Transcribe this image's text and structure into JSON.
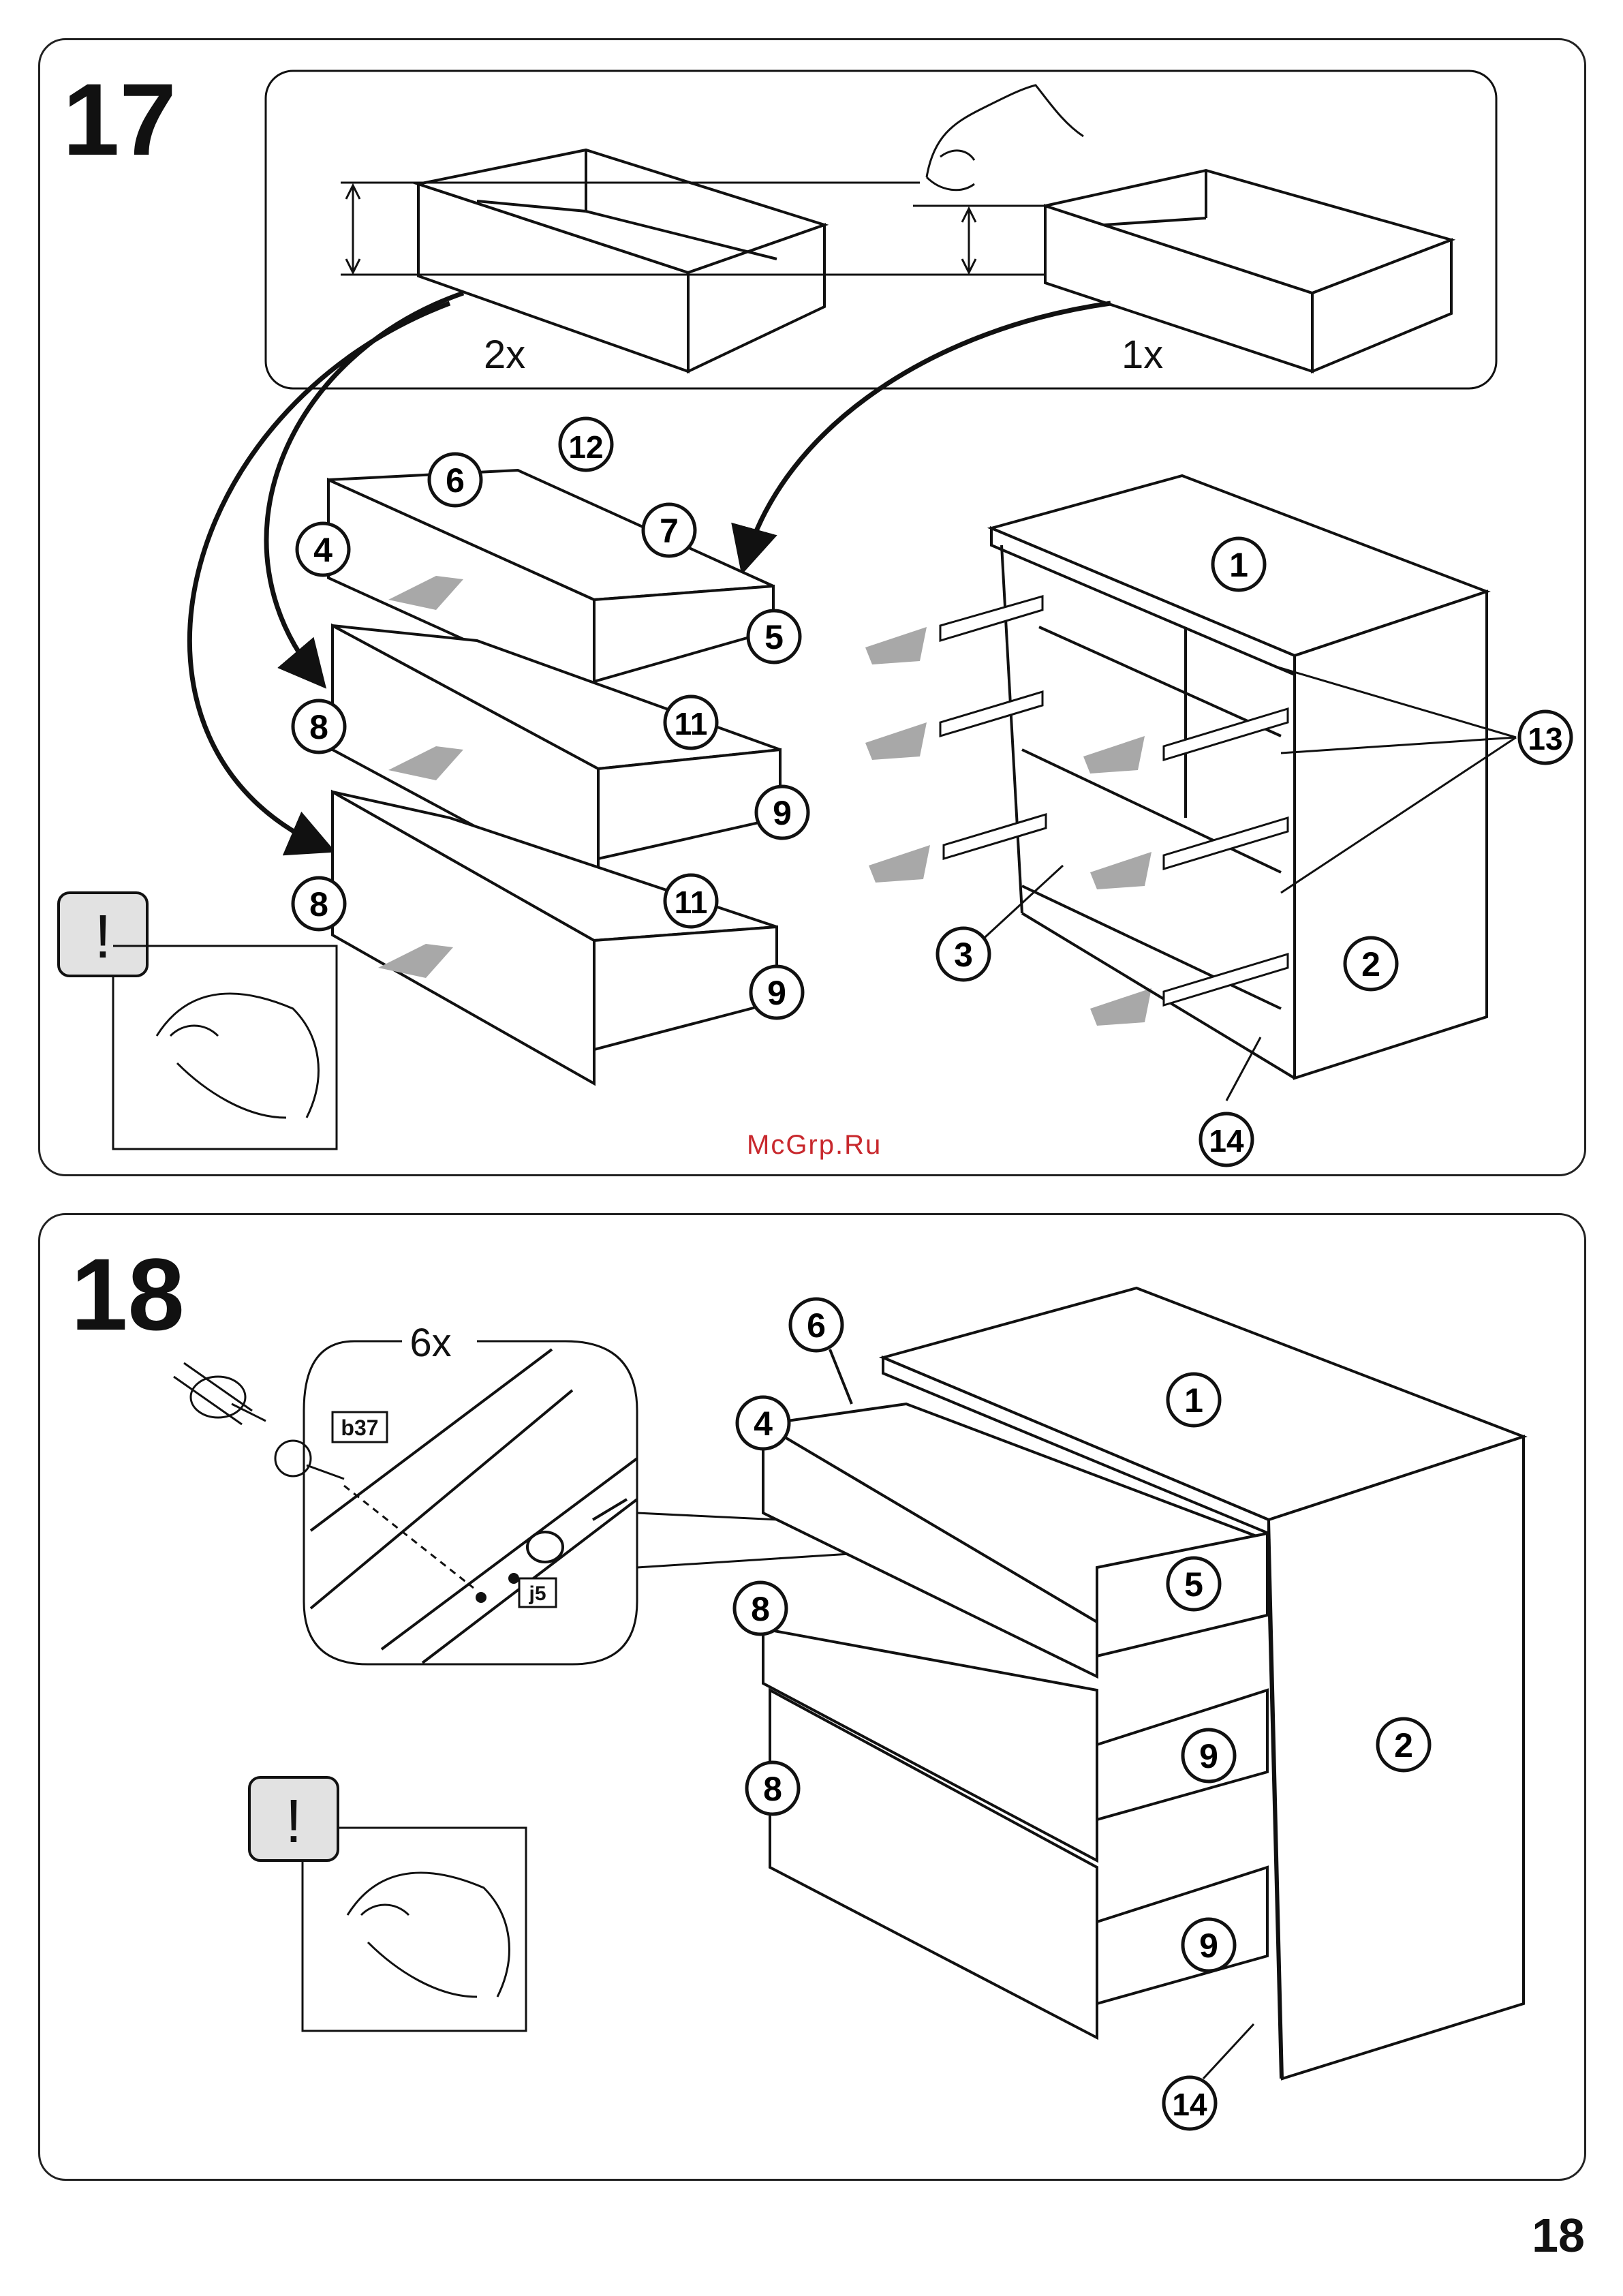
{
  "steps": {
    "step17": {
      "number": "17",
      "qty_left": "2x",
      "qty_right": "1x",
      "labels": [
        "12",
        "6",
        "7",
        "4",
        "5",
        "8",
        "11",
        "9",
        "8",
        "11",
        "9",
        "1",
        "13",
        "3",
        "2",
        "14"
      ],
      "warning_icon": "exclamation-warning-icon"
    },
    "step18": {
      "number": "18",
      "qty": "6x",
      "part_screw": "b37",
      "part_hole": "j5",
      "labels": [
        "6",
        "1",
        "4",
        "5",
        "8",
        "9",
        "2",
        "8",
        "9",
        "14"
      ],
      "warning_icon": "exclamation-warning-icon"
    }
  },
  "watermark": "McGrp.Ru",
  "page_number": "18",
  "colors": {
    "line": "#111111",
    "arrow_gray": "#a8a8a8",
    "warning_box": "#e2e2e2",
    "watermark": "#c8282d"
  }
}
